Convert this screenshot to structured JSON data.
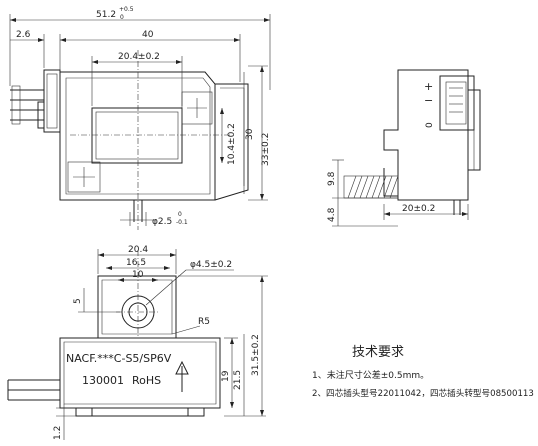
{
  "top_view": {
    "dims": {
      "overall_width": "51.2",
      "overall_width_tol_upper": "+0.5",
      "overall_width_tol_lower": "0",
      "left_offset": "2.6",
      "body_width": "40",
      "window_width": "20.4±0.2",
      "window_height": "10.4±0.2",
      "height_30": "30",
      "height_33": "33±0.2",
      "pin_dia_prefix": "φ2.5",
      "pin_dia_tol_upper": "0",
      "pin_dia_tol_lower": "-0.1"
    }
  },
  "side_view": {
    "plus_sign": "+",
    "minus_sign": "−",
    "zero_label": "0",
    "dims": {
      "dim_9_8": "9.8",
      "dim_4_8": "4.8",
      "dim_20": "20±0.2"
    }
  },
  "front_view": {
    "dims": {
      "width_20_4": "20.4",
      "width_16_5": "16.5",
      "width_10": "10",
      "hole_dia": "φ4.5±0.2",
      "dim_5": "5",
      "radius": "R5",
      "height_19": "19",
      "height_21_5": "21.5",
      "height_31_5": "31.5±0.2",
      "dim_1_2": "1.2"
    },
    "label_line1": "NACF.***C-S5/SP6V",
    "label_line2": "130001",
    "label_rohs": "RoHS"
  },
  "tech_requirements": {
    "title": "技术要求",
    "note1": "1、未注尺寸公差±0.5mm。",
    "note2": "2、四芯插头型号22011042，四芯插头转型号08500113"
  },
  "colors": {
    "line": "#222222",
    "background": "#ffffff"
  }
}
